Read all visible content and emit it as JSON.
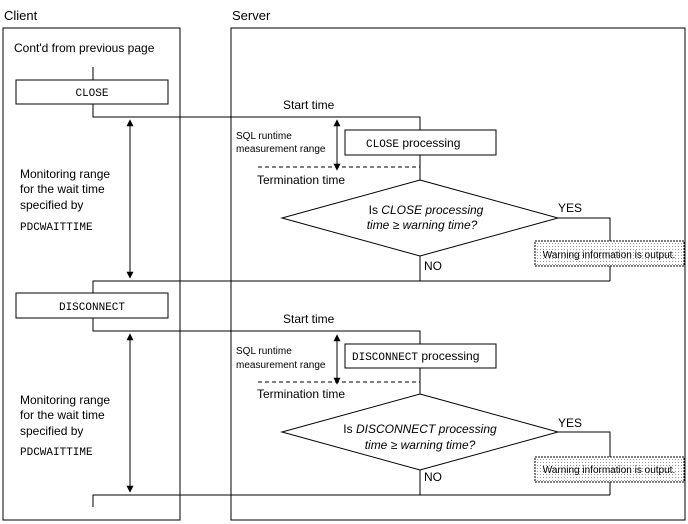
{
  "columns": {
    "client": "Client",
    "server": "Server"
  },
  "contd_label": "Cont'd from previous page",
  "sections": [
    {
      "client_box": "CLOSE",
      "start_time": "Start time",
      "sql_range": [
        "SQL runtime",
        "measurement range"
      ],
      "process_keyword": "CLOSE",
      "process_suffix": " processing",
      "termination_time": "Termination time",
      "decision": {
        "prefix": "Is ",
        "keyword": "CLOSE",
        "suffix": " processing",
        "line2": "time ≥ warning time?"
      },
      "yes": "YES",
      "no": "NO",
      "warning": "Warning information is output.",
      "monitor": [
        "Monitoring range",
        "for the wait time",
        "specified by",
        "PDCWAITTIME"
      ]
    },
    {
      "client_box": "DISCONNECT",
      "start_time": "Start time",
      "sql_range": [
        "SQL runtime",
        "measurement range"
      ],
      "process_keyword": "DISCONNECT",
      "process_suffix": " processing",
      "termination_time": "Termination time",
      "decision": {
        "prefix": "Is ",
        "keyword": "DISCONNECT",
        "suffix": " processing",
        "line2": "time ≥ warning time?"
      },
      "yes": "YES",
      "no": "NO",
      "warning": "Warning information is output.",
      "monitor": [
        "Monitoring range",
        "for the wait time",
        "specified by",
        "PDCWAITTIME"
      ]
    }
  ]
}
